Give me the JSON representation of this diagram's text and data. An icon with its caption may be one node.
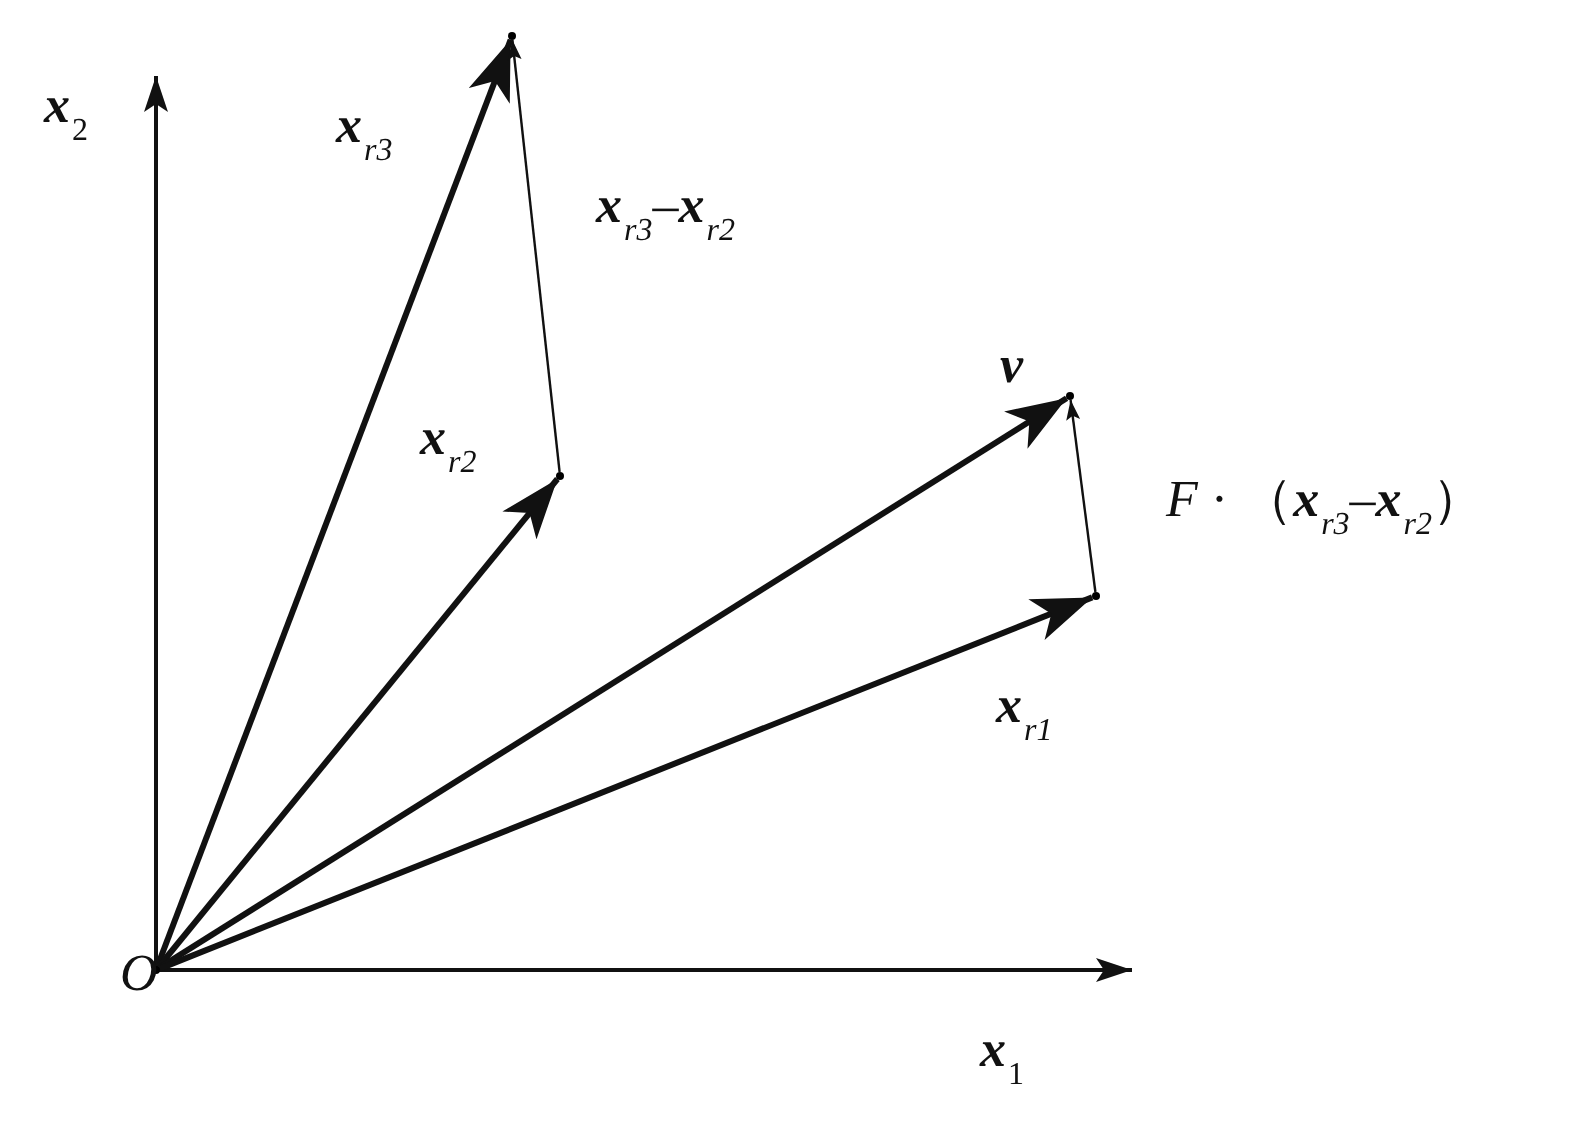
{
  "diagram": {
    "nodes": [
      {
        "text": [],
        "shape": "point",
        "beside": [
          "O"
        ]
      },
      {
        "text": [],
        "shape": "point",
        "beside": [
          "x$_{r3}$"
        ]
      },
      {
        "text": [],
        "shape": "point",
        "beside": [
          "x$_{r2}$"
        ]
      },
      {
        "text": [],
        "shape": "point",
        "beside": [
          "v"
        ]
      },
      {
        "text": [],
        "shape": "point",
        "beside": [
          "x$_{r1}$"
        ]
      }
    ],
    "edges": [
      {
        "from": 0,
        "to": 1,
        "arrow": "to"
      },
      {
        "from": 0,
        "to": 2,
        "arrow": "to"
      },
      {
        "from": 0,
        "to": 3,
        "arrow": "to"
      },
      {
        "from": 0,
        "to": 4,
        "arrow": "to"
      },
      {
        "from": 2,
        "to": 1,
        "arrow": "to",
        "label": "**x**$_{r3}$–**x**$_{r2}$"
      },
      {
        "from": 4,
        "to": 3,
        "arrow": "to",
        "label": "*F* · （**x**$_{r3}$–**x**$_{r2}$）"
      }
    ],
    "labels": [
      "x$_{2}$",
      "x$_{1}$"
    ]
  }
}
